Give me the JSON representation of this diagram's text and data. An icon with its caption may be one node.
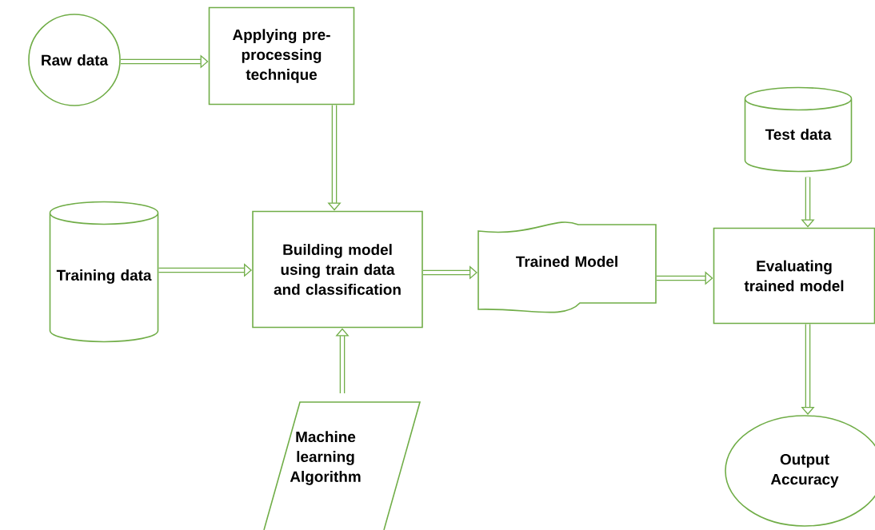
{
  "diagram": {
    "nodes": [
      {
        "text": [
          "Raw data"
        ]
      },
      {
        "text": [
          "Applying pre-processing technique"
        ]
      },
      {
        "text": [
          "Training data"
        ]
      },
      {
        "text": [
          "Building model using train data and classification"
        ]
      },
      {
        "text": [
          "Machine learning Algorithm"
        ]
      },
      {
        "text": [
          "Trained Model"
        ]
      },
      {
        "text": [
          "Test data"
        ]
      },
      {
        "text": [
          "Evaluating trained model"
        ]
      },
      {
        "text": [
          "Output Accuracy"
        ]
      }
    ],
    "edges": [
      {
        "from": 0,
        "to": 1,
        "arrow": "to"
      },
      {
        "from": 1,
        "to": 3,
        "arrow": "to"
      },
      {
        "from": 2,
        "to": 3,
        "arrow": "to"
      },
      {
        "from": 4,
        "to": 3,
        "arrow": "to"
      },
      {
        "from": 3,
        "to": 5,
        "arrow": "to"
      },
      {
        "from": 5,
        "to": 7,
        "arrow": "to"
      },
      {
        "from": 6,
        "to": 7,
        "arrow": "to"
      },
      {
        "from": 7,
        "to": 8,
        "arrow": "to"
      }
    ]
  }
}
